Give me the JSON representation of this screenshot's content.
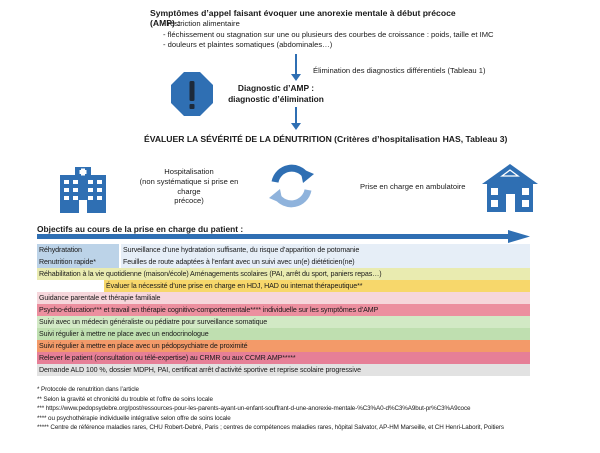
{
  "header": {
    "symptoms_title": "Symptômes d’appel faisant évoquer une anorexie mentale à début précoce (AMP) :",
    "symptoms": [
      "- restriction alimentaire",
      "- fléchissement ou stagnation sur une ou plusieurs des courbes de croissance : poids, taille et IMC",
      "- douleurs et plaintes somatiques (abdominales…)"
    ]
  },
  "flow": {
    "elimination": "Élimination des diagnostics différentiels (Tableau 1)",
    "diagnostic_line1": "Diagnostic d’AMP :",
    "diagnostic_line2": "diagnostic d’élimination",
    "evaluate": "ÉVALUER LA SÉVÉRITÉ DE LA DÉNUTRITION (Critères d’hospitalisation HAS, Tableau 3)",
    "hospital_line1": "Hospitalisation",
    "hospital_line2": "(non systématique si prise en charge",
    "hospital_line3": "précoce)",
    "ambulatory": "Prise en charge en ambulatoire"
  },
  "objectives": {
    "title": "Objectifs au cours de la prise en charge du patient :",
    "rows": [
      {
        "left": "Réhydratation",
        "right": "Surveillance d’une hydratation suffisante, du risque d’apparition de potomanie",
        "left_bg": "#bcd3e8",
        "right_bg": "#e6eef7"
      },
      {
        "left": "Renutrition rapide*",
        "right": "Feuilles de route adaptées à l’enfant avec un suivi avec un(e) diététicien(ne)",
        "left_bg": "#bcd3e8",
        "right_bg": "#e6eef7"
      },
      {
        "text": "Réhabilitation à la vie quotidienne (maison/école) Aménagements scolaires (PAI, arrêt du sport, paniers repas…)",
        "bg": "#e9ebb0"
      },
      {
        "text": "Évaluer la nécessité d’une prise en charge en HDJ, HAD ou internat thérapeutique**",
        "bg": "#f7d76b",
        "indent": 67
      },
      {
        "text": "Guidance parentale et thérapie familiale",
        "bg": "#f6d6db"
      },
      {
        "text": "Psycho-éducation*** et travail en thérapie cognitivo-comportementale**** individuelle sur les symptômes d’AMP",
        "bg": "#ec8f9f"
      },
      {
        "text": "Suivi avec un médecin généraliste ou pédiatre pour surveillance somatique",
        "bg": "#d2e9c5"
      },
      {
        "text": "Suivi régulier à mettre ne place avec un endocrinologue",
        "bg": "#bfdfb0"
      },
      {
        "text": "Suivi régulier à mettre en place avec un pédopsychiatre de proximité",
        "bg": "#f39a69"
      },
      {
        "text": "Relever le patient (consultation ou télé-expertise) au CRMR ou aux CCMR AMP*****",
        "bg": "#e67f97"
      },
      {
        "text": "Demande ALD 100 %, dossier MDPH, PAI, certificat arrêt d’activité sportive et reprise scolaire progressive",
        "bg": "#e2e2e2"
      }
    ]
  },
  "footnotes": [
    "* Protocole de renutrition dans l’article",
    "** Selon la gravité et chronicité du trouble et l’offre de soins locale",
    "*** https://www.pedopsydebre.org/post/ressources-pour-les-parents-ayant-un-enfant-souffrant-d-une-anorexie-mentale-%C3%A0-d%C3%A9but-pr%C3%A9coce",
    "**** ou psychothérapie individuelle intégrative selon offre de soins locale",
    "***** Centre de référence maladies rares, CHU Robert-Debré, Paris ; centres de compétences maladies rares, hôpital Salvator, AP-HM Marseille, et CH Henri-Laborit, Poitiers"
  ],
  "icons": {
    "octagon": "warning-octagon-icon",
    "hospital": "hospital-icon",
    "cycle": "cycle-arrows-icon",
    "house": "house-icon"
  },
  "colors": {
    "primary_blue": "#2f6fb3",
    "text": "#1a1a1a"
  }
}
